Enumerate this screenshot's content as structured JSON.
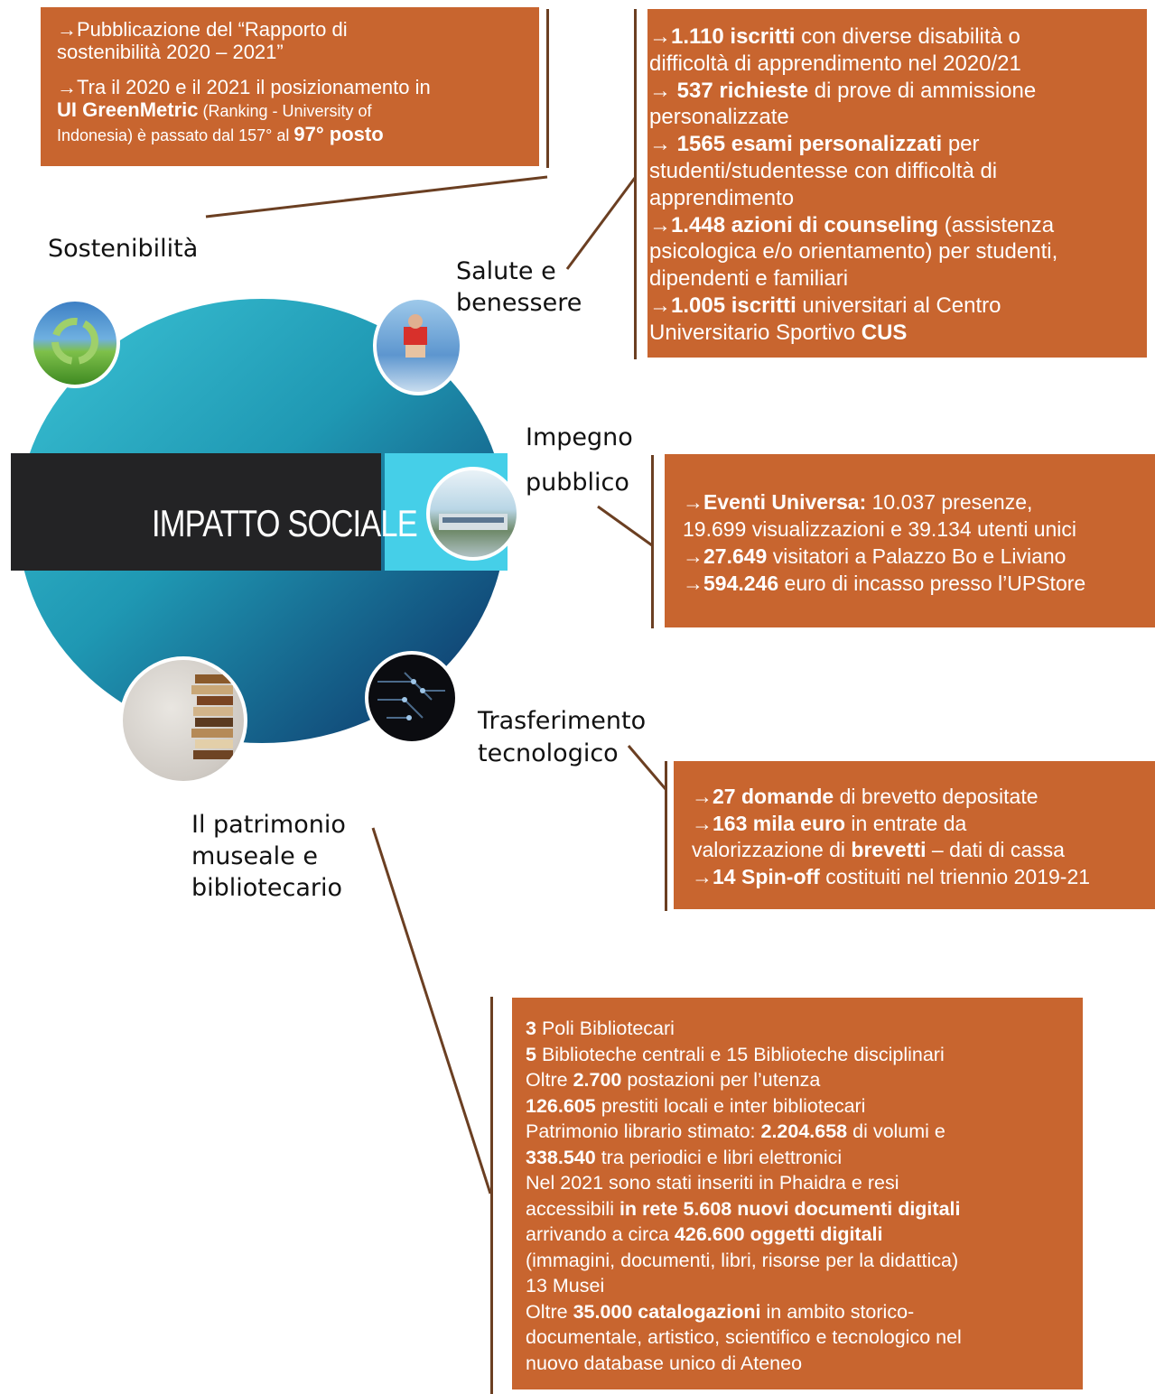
{
  "center_title": "IMPATTO SOCIALE",
  "labels": {
    "sostenibilita": "Sostenibilità",
    "salute_1": "Salute e",
    "salute_2": "benessere",
    "impegno_1": "Impegno",
    "impegno_2": "pubblico",
    "trasferimento_1": "Trasferimento",
    "trasferimento_2": "tecnologico",
    "patrimonio_1": "Il patrimonio",
    "patrimonio_2": "museale e",
    "patrimonio_3": "bibliotecario"
  },
  "boxes": {
    "sostenibilita": [
      {
        "a": "→Pubblicazione del “Rapporto di"
      },
      {
        "a": "sostenibilità 2020 – 2021”"
      },
      {
        "gap": true
      },
      {
        "a": "→Tra il 2020 e il 2021 il posizionamento in"
      },
      {
        "b": "UI GreenMetric",
        "c": " (Ranking - University of"
      },
      {
        "a": "Indonesia) è passato dal 157° al ",
        "b": "97° posto"
      }
    ],
    "salute": [
      {
        "b": "→1.110 iscritti",
        "c": " con diverse disabilità o"
      },
      {
        "a": "difficoltà di apprendimento nel 2020/21"
      },
      {
        "b": "→ 537 richieste",
        "c": " di prove di ammissione"
      },
      {
        "a": "personalizzate"
      },
      {
        "b": "→ 1565 esami personalizzati",
        "c": " per"
      },
      {
        "a": "studenti/studentesse con difficoltà di"
      },
      {
        "a": "apprendimento"
      },
      {
        "b": "→1.448 azioni di counseling",
        "c": " (assistenza"
      },
      {
        "a": "psicologica e/o orientamento) per studenti,"
      },
      {
        "a": "dipendenti e familiari"
      },
      {
        "b": "→1.005 iscritti",
        "c": " universitari al Centro"
      },
      {
        "a": "Universitario Sportivo ",
        "b": "CUS"
      }
    ],
    "impegno": [
      {
        "b": "→Eventi Universa:",
        "c": " 10.037 presenze,"
      },
      {
        "a": "19.699 visualizzazioni e 39.134 utenti unici"
      },
      {
        "b": "→27.649",
        "c": " visitatori a Palazzo Bo e Liviano"
      },
      {
        "b": "→594.246",
        "c": " euro di incasso presso l’UPStore"
      }
    ],
    "trasferimento": [
      {
        "b": "→27 domande",
        "c": " di brevetto depositate"
      },
      {
        "b": "→163 mila euro",
        "c": " in entrate da"
      },
      {
        "a": "valorizzazione di ",
        "b": "brevetti",
        "c": " – dati di cassa"
      },
      {
        "b": "→14 Spin-off",
        "c": " costituiti nel triennio 2019-21"
      }
    ],
    "patrimonio": [
      {
        "b": "3",
        "c": " Poli Bibliotecari"
      },
      {
        "b": "5",
        "c": " Biblioteche centrali e 15 Biblioteche disciplinari"
      },
      {
        "a": "Oltre ",
        "b": "2.700",
        "c": " postazioni per l’utenza"
      },
      {
        "b": "126.605",
        "c": " prestiti locali e inter bibliotecari"
      },
      {
        "a": "Patrimonio librario stimato: ",
        "b": "2.204.658",
        "c": " di volumi e"
      },
      {
        "b": "338.540",
        "c": " tra periodici e libri elettronici"
      },
      {
        "a": "Nel 2021 sono stati inseriti in Phaidra e resi"
      },
      {
        "a": "accessibili ",
        "b": "in rete 5.608 nuovi documenti digitali"
      },
      {
        "a": "arrivando a circa ",
        "b": "426.600 oggetti digitali"
      },
      {
        "a": "(immagini, documenti, libri, risorse per la didattica)"
      },
      {
        "a": "13 Musei"
      },
      {
        "a": "Oltre ",
        "b": "35.000 catalogazioni",
        "c": " in ambito storico-"
      },
      {
        "a": "documentale, artistico, scientifico e tecnologico nel"
      },
      {
        "a": "nuovo database unico di Ateneo"
      }
    ]
  }
}
